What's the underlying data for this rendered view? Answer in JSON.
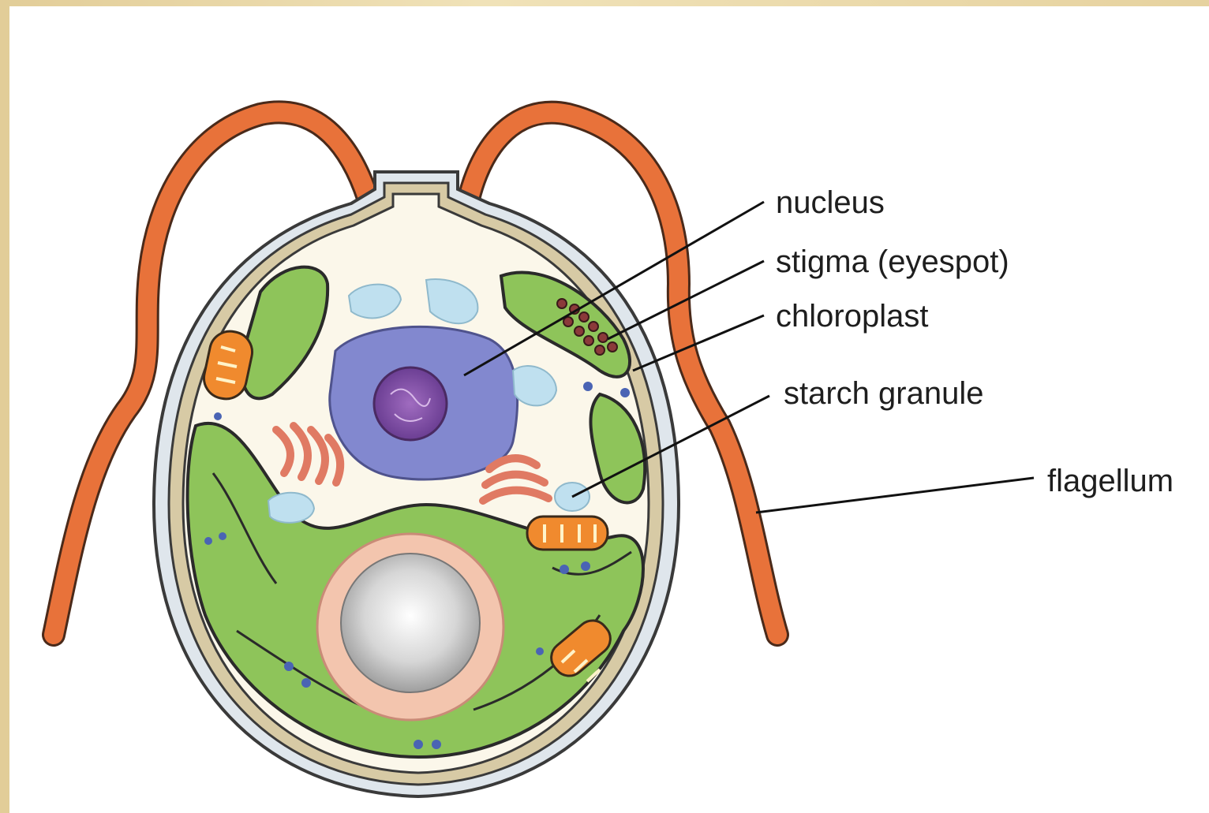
{
  "diagram": {
    "labels": {
      "nucleus": "nucleus",
      "stigma": "stigma (eyespot)",
      "chloroplast": "chloroplast",
      "starch": "starch granule",
      "flagellum": "flagellum"
    }
  }
}
